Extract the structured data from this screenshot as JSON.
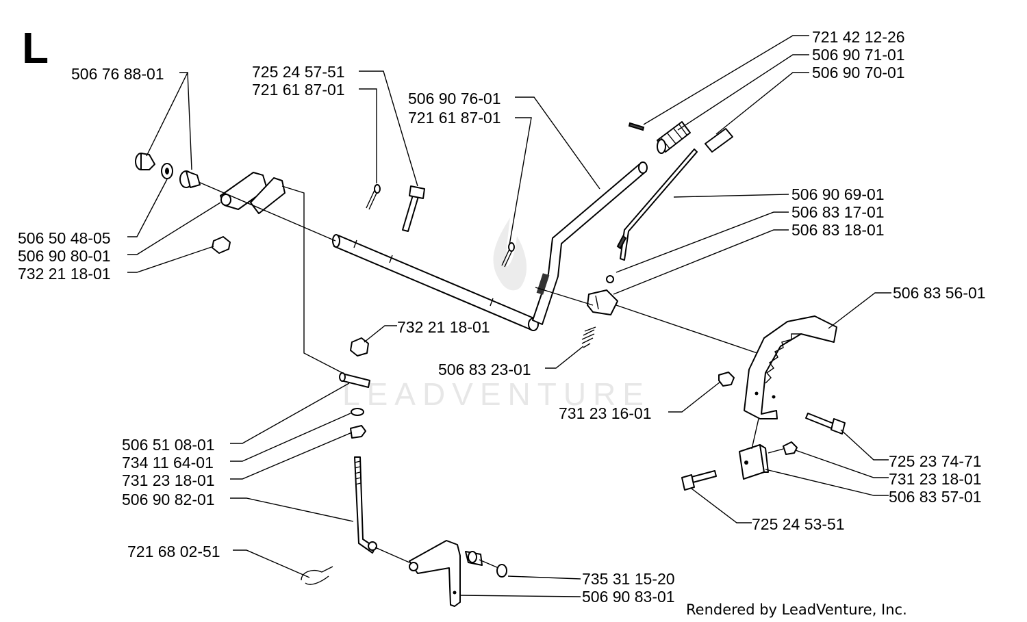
{
  "section_letter": "L",
  "footer": "Rendered by LeadVenture, Inc.",
  "watermark": "LEADVENTURE",
  "labels": [
    {
      "id": "p1",
      "text": "721 42 12-26"
    },
    {
      "id": "p2",
      "text": "506 90 71-01"
    },
    {
      "id": "p3",
      "text": "506 90 70-01"
    },
    {
      "id": "p4",
      "text": "506 76 88-01"
    },
    {
      "id": "p5",
      "text": "725 24 57-51"
    },
    {
      "id": "p6",
      "text": "721 61 87-01"
    },
    {
      "id": "p7",
      "text": "506 90 76-01"
    },
    {
      "id": "p8",
      "text": "721 61 87-01"
    },
    {
      "id": "p9",
      "text": "506 90 69-01"
    },
    {
      "id": "p10",
      "text": "506 83 17-01"
    },
    {
      "id": "p11",
      "text": "506 83 18-01"
    },
    {
      "id": "p12",
      "text": "506 50 48-05"
    },
    {
      "id": "p13",
      "text": "506 90 80-01"
    },
    {
      "id": "p14",
      "text": "732 21 18-01"
    },
    {
      "id": "p15",
      "text": "506 83 56-01"
    },
    {
      "id": "p16",
      "text": "732 21 18-01"
    },
    {
      "id": "p17",
      "text": "506 83 23-01"
    },
    {
      "id": "p18",
      "text": "731 23 16-01"
    },
    {
      "id": "p19",
      "text": "506 51 08-01"
    },
    {
      "id": "p20",
      "text": "734 11 64-01"
    },
    {
      "id": "p21",
      "text": "731 23 18-01"
    },
    {
      "id": "p22",
      "text": "506 90 82-01"
    },
    {
      "id": "p23",
      "text": "725 23 74-71"
    },
    {
      "id": "p24",
      "text": "731 23 18-01"
    },
    {
      "id": "p25",
      "text": "506 83 57-01"
    },
    {
      "id": "p26",
      "text": "725 24 53-51"
    },
    {
      "id": "p27",
      "text": "721 68 02-51"
    },
    {
      "id": "p28",
      "text": "735 31 15-20"
    },
    {
      "id": "p29",
      "text": "506 90 83-01"
    }
  ]
}
